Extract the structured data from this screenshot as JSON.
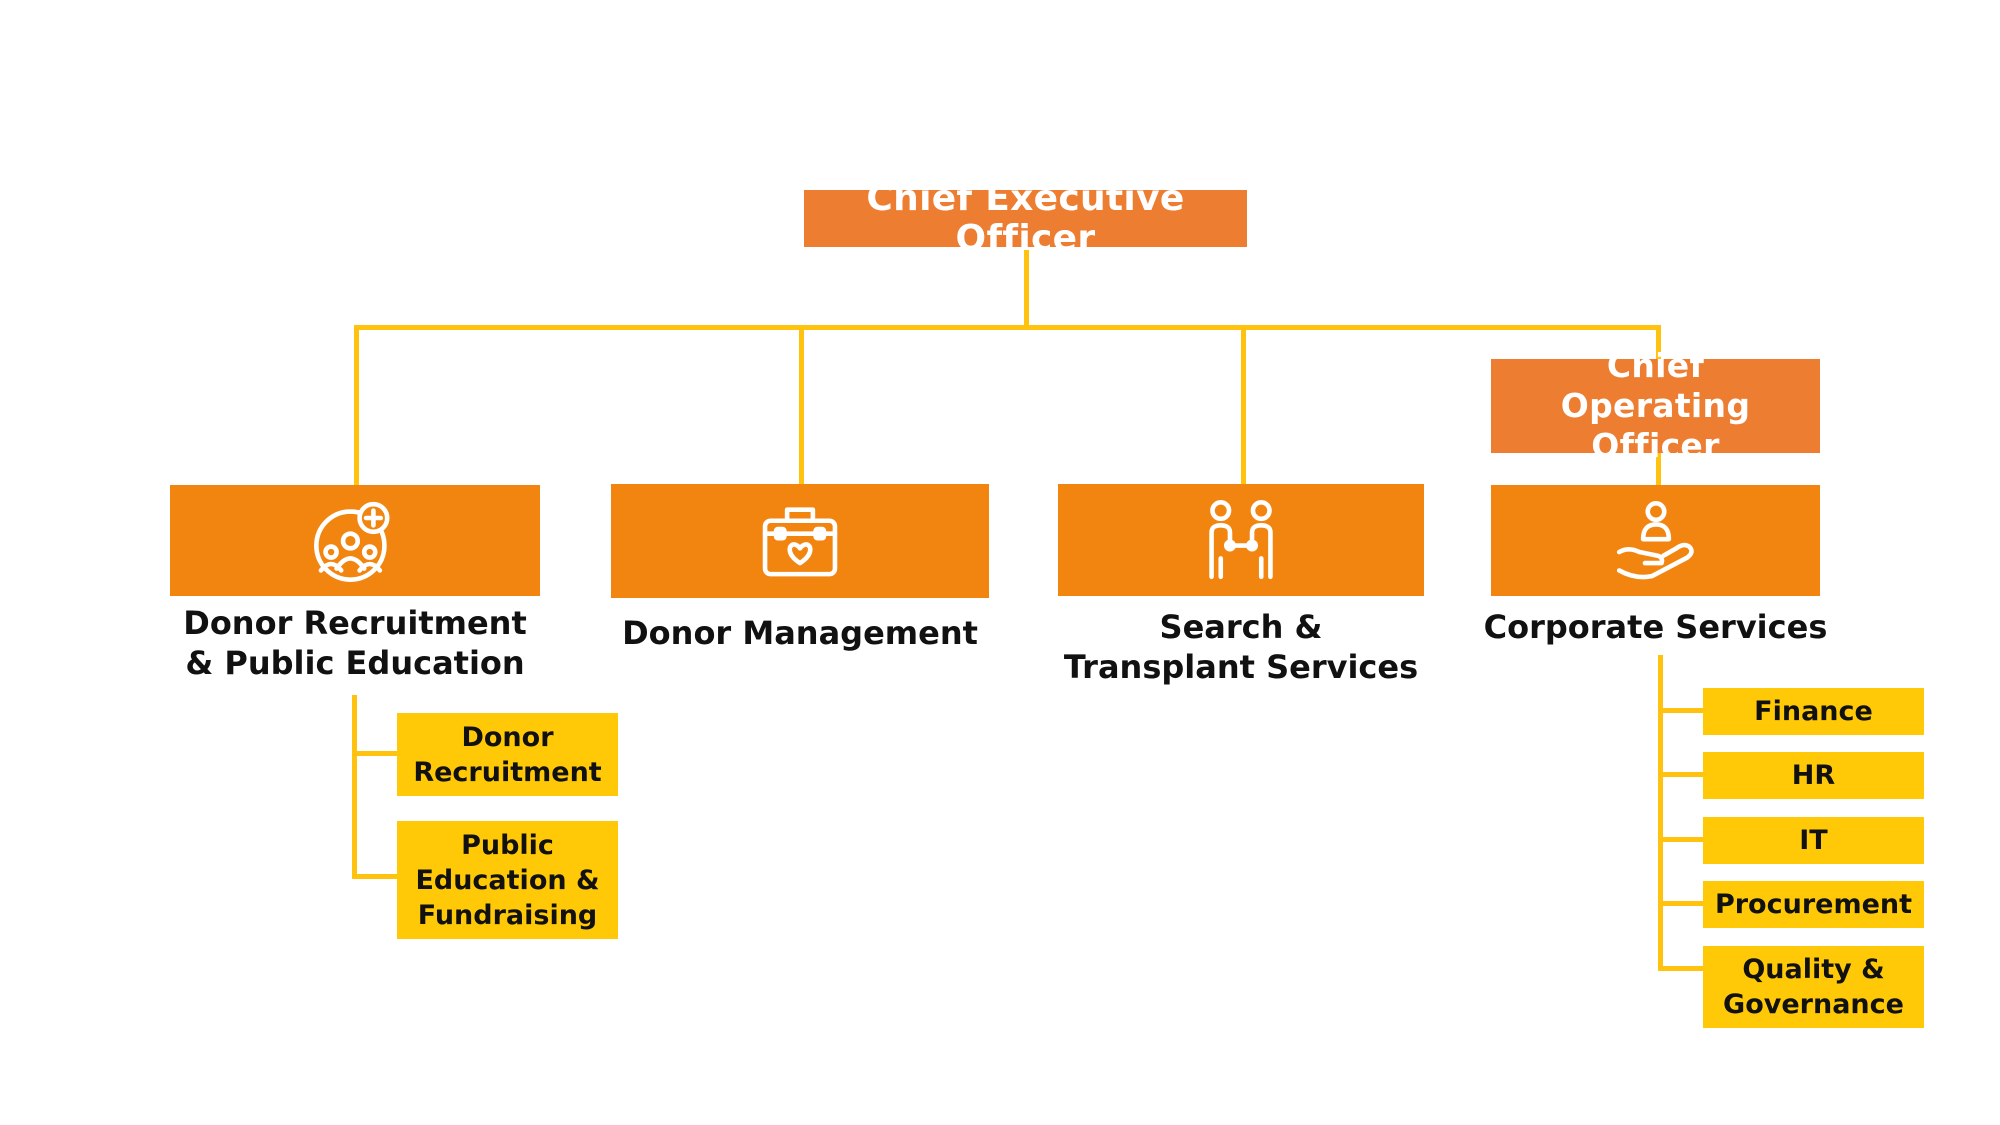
{
  "chief_executive": {
    "label": "Chief Executive Officer"
  },
  "chief_operating": {
    "label": "Chief Operating Officer"
  },
  "departments": [
    {
      "label": "Donor Recruitment & Public Education",
      "icon": "community-plus-icon"
    },
    {
      "label": "Donor Management",
      "icon": "medical-kit-heart-icon"
    },
    {
      "label": "Search & Transplant Services",
      "icon": "two-people-connect-icon"
    },
    {
      "label": "Corporate Services",
      "icon": "hand-holding-person-icon"
    }
  ],
  "donor_recruitment_units": [
    "Donor Recruitment",
    "Public Education & Fundraising"
  ],
  "corporate_units": [
    "Finance",
    "HR",
    "IT",
    "Procurement",
    "Quality & Governance"
  ],
  "colors": {
    "executive_orange": "#ED7D31",
    "department_orange": "#F2850F",
    "unit_yellow": "#FFC907",
    "connector_yellow": "#FFC20E"
  }
}
